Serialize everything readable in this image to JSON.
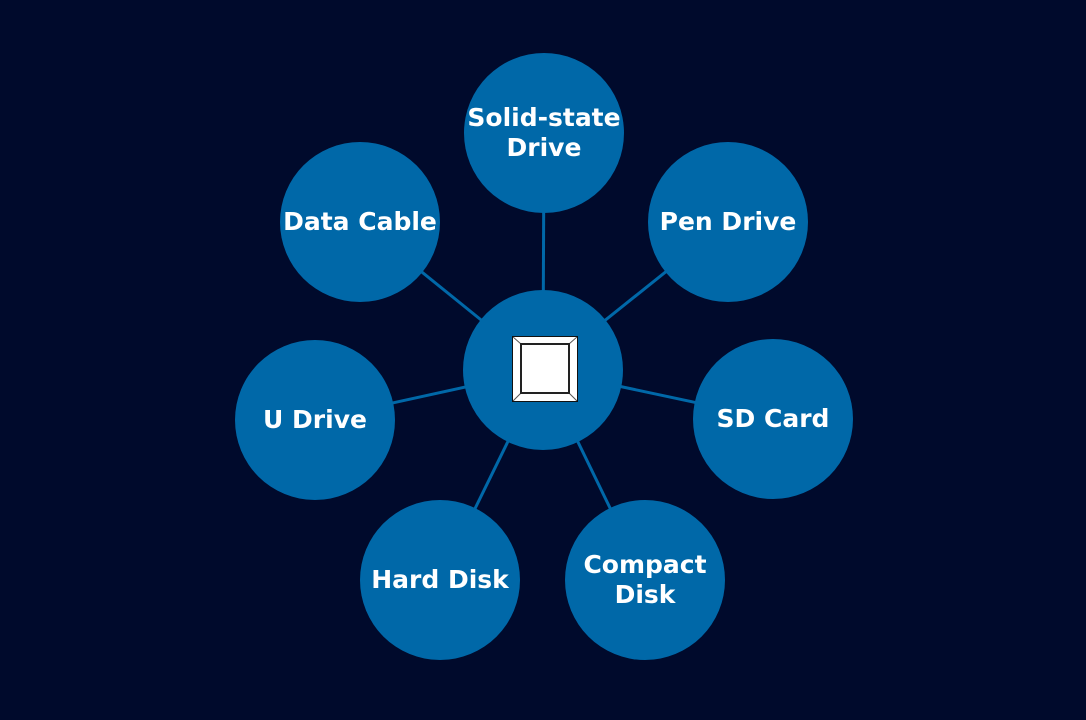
{
  "colors": {
    "background": "#000a2c",
    "node": "#0068a8",
    "link": "#0068a8"
  },
  "center": {
    "icon": "chip-square-icon"
  },
  "nodes": [
    {
      "label": "Solid-state Drive",
      "lines": [
        "Solid-state",
        "Drive"
      ]
    },
    {
      "label": "Pen Drive",
      "lines": [
        "Pen Drive"
      ]
    },
    {
      "label": "SD Card",
      "lines": [
        "SD Card"
      ]
    },
    {
      "label": "Compact Disk",
      "lines": [
        "Compact",
        "Disk"
      ]
    },
    {
      "label": "Hard Disk",
      "lines": [
        "Hard Disk"
      ]
    },
    {
      "label": "U Drive",
      "lines": [
        "U Drive"
      ]
    },
    {
      "label": "Data Cable",
      "lines": [
        "Data Cable"
      ]
    }
  ]
}
